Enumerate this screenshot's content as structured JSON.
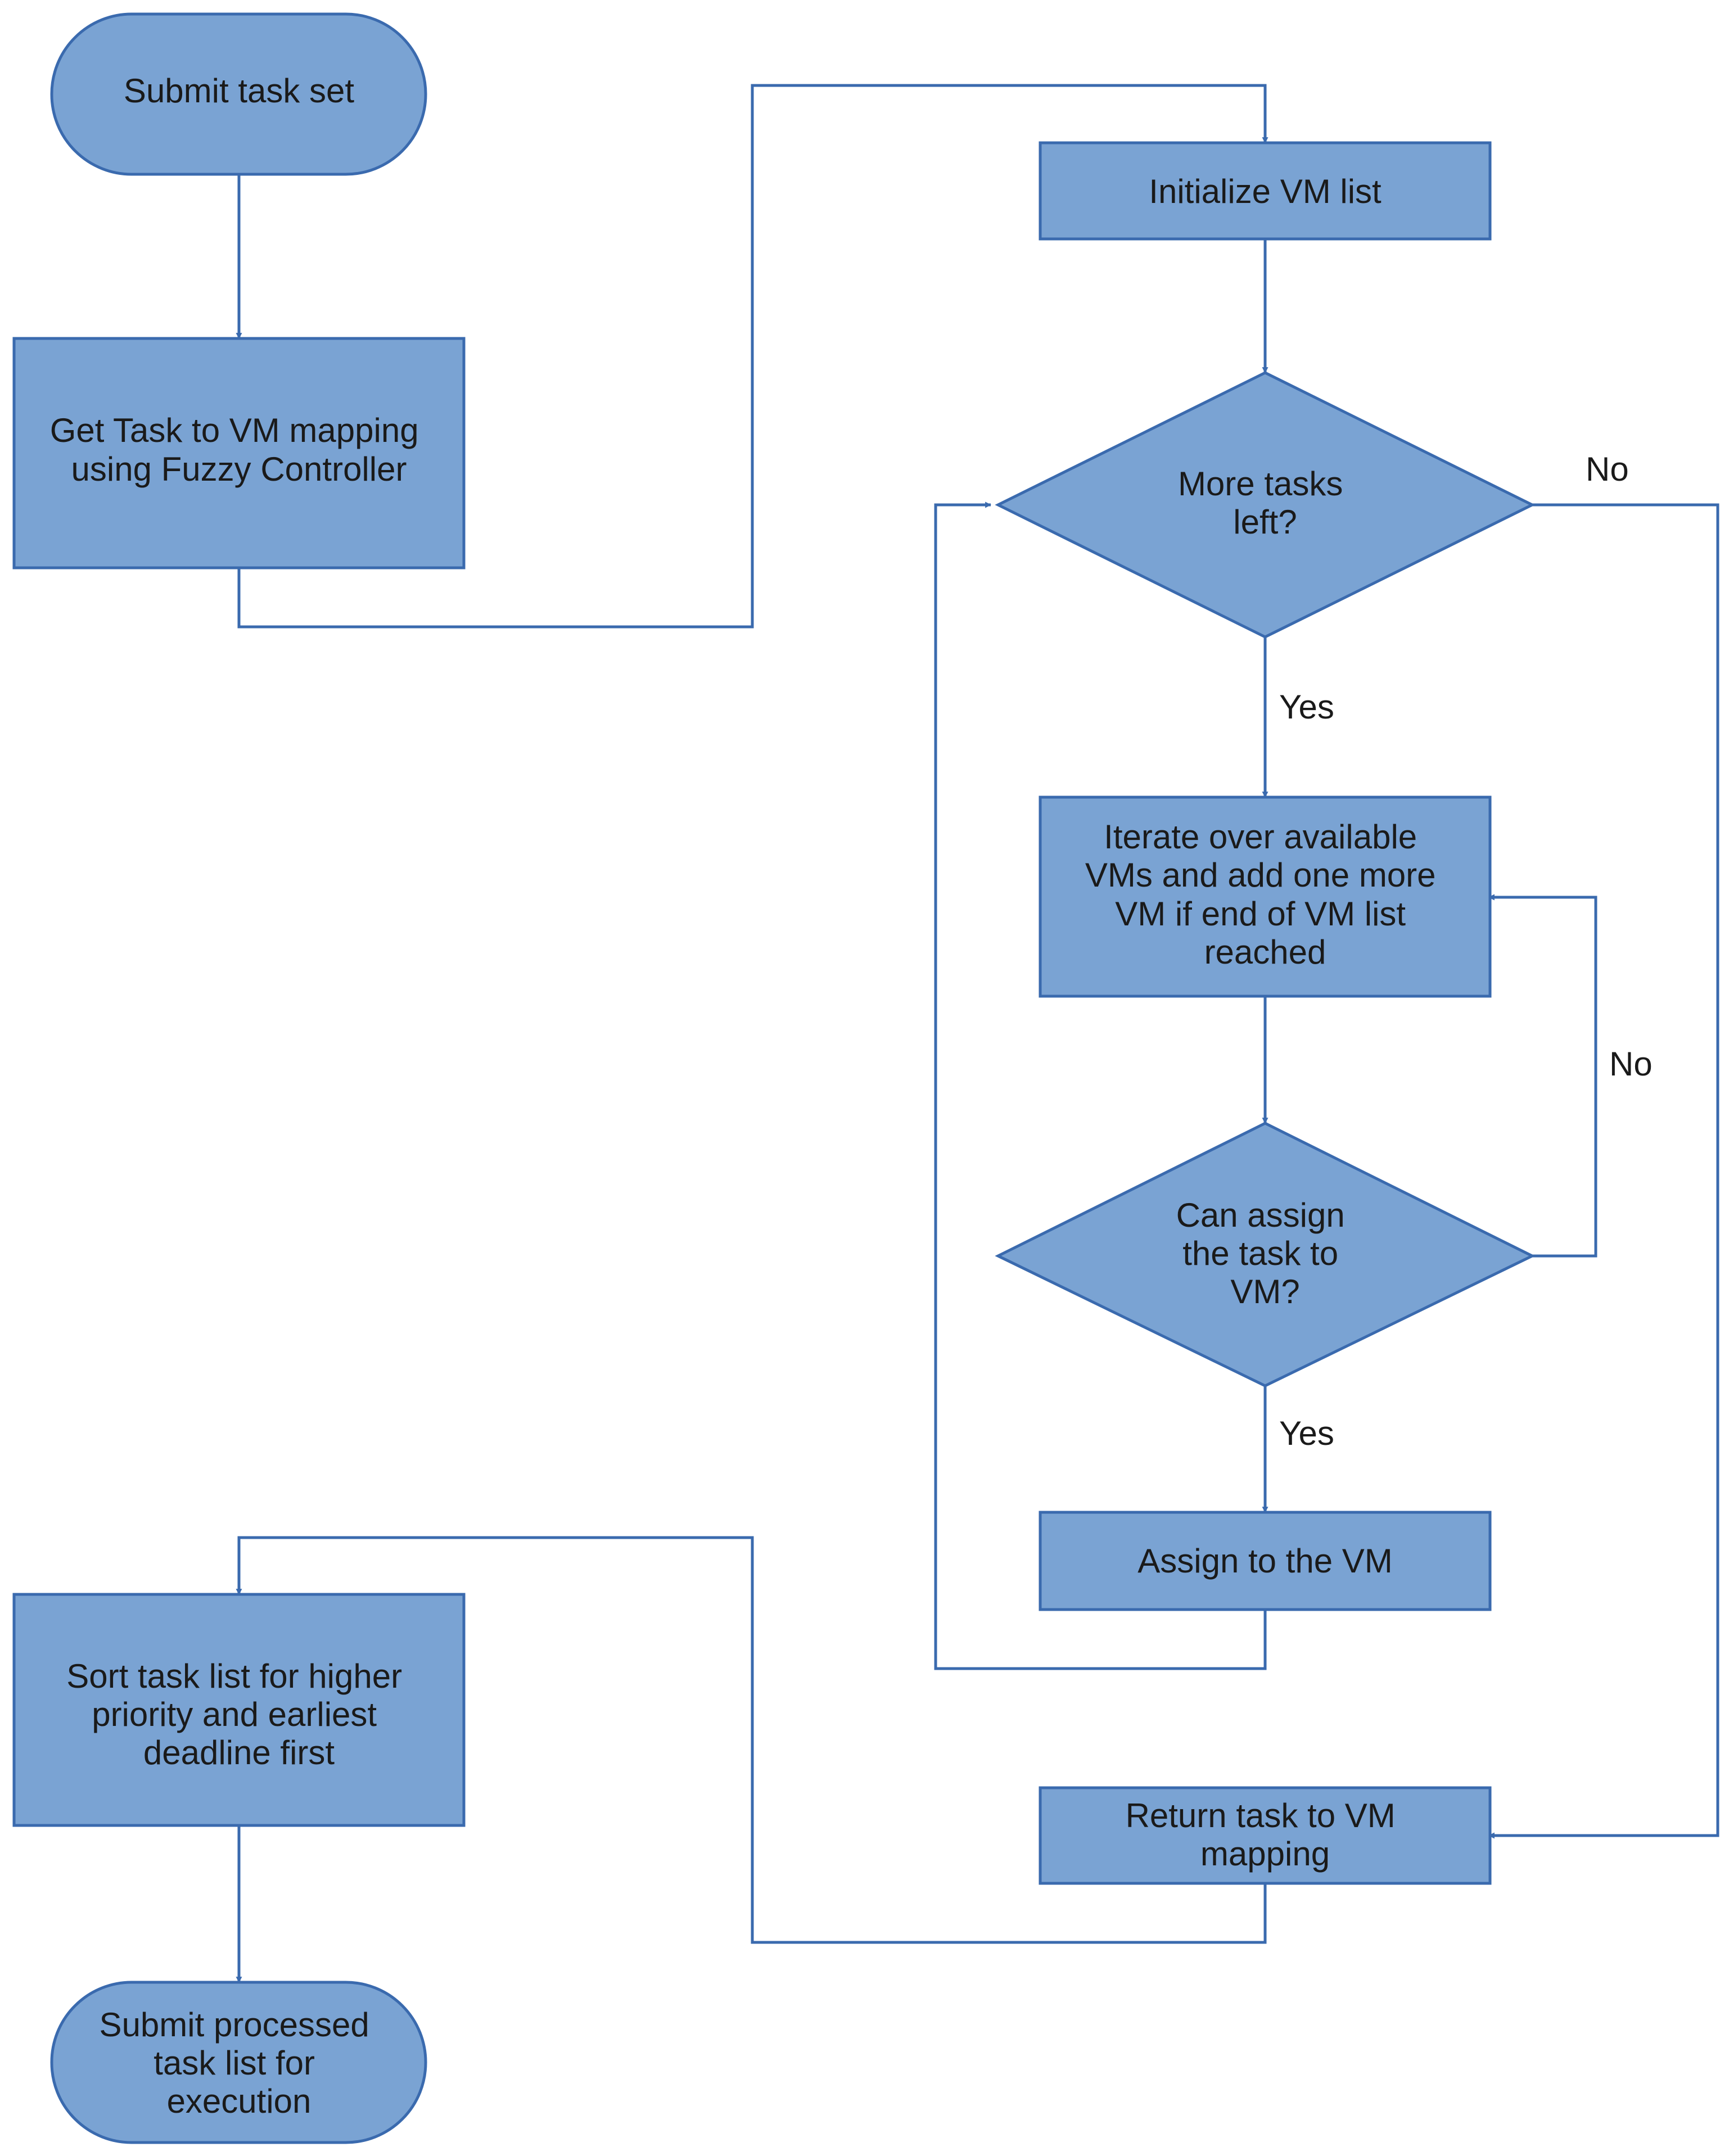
{
  "diagram": {
    "colors": {
      "node_fill": "#7aa3d3",
      "node_stroke": "#3a6aae",
      "edge_stroke": "#3a6aae",
      "text": "#1a1a1a"
    },
    "nodes": {
      "submit_task_set": {
        "shape": "terminator",
        "lines": [
          "Submit task set"
        ]
      },
      "get_mapping": {
        "shape": "process",
        "lines": [
          "Get Task to VM mapping",
          "using Fuzzy Controller"
        ]
      },
      "init_vm_list": {
        "shape": "process",
        "lines": [
          "Initialize VM list"
        ]
      },
      "more_tasks_left": {
        "shape": "decision",
        "lines": [
          "More tasks",
          "left?"
        ]
      },
      "iterate_vms": {
        "shape": "process",
        "lines": [
          "Iterate over available",
          "VMs and add one more",
          "VM if end of VM list",
          "reached"
        ]
      },
      "can_assign": {
        "shape": "decision",
        "lines": [
          "Can assign",
          "the task to",
          "VM?"
        ]
      },
      "assign_vm": {
        "shape": "process",
        "lines": [
          "Assign to the VM"
        ]
      },
      "return_mapping": {
        "shape": "process",
        "lines": [
          "Return task to VM",
          "mapping"
        ]
      },
      "sort_tasks": {
        "shape": "process",
        "lines": [
          "Sort task list for higher",
          "priority and earliest",
          "deadline first"
        ]
      },
      "submit_processed": {
        "shape": "terminator",
        "lines": [
          "Submit processed",
          "task list for",
          "execution"
        ]
      }
    },
    "edge_labels": {
      "more_tasks_no": "No",
      "more_tasks_yes": "Yes",
      "can_assign_no": "No",
      "can_assign_yes": "Yes"
    }
  }
}
